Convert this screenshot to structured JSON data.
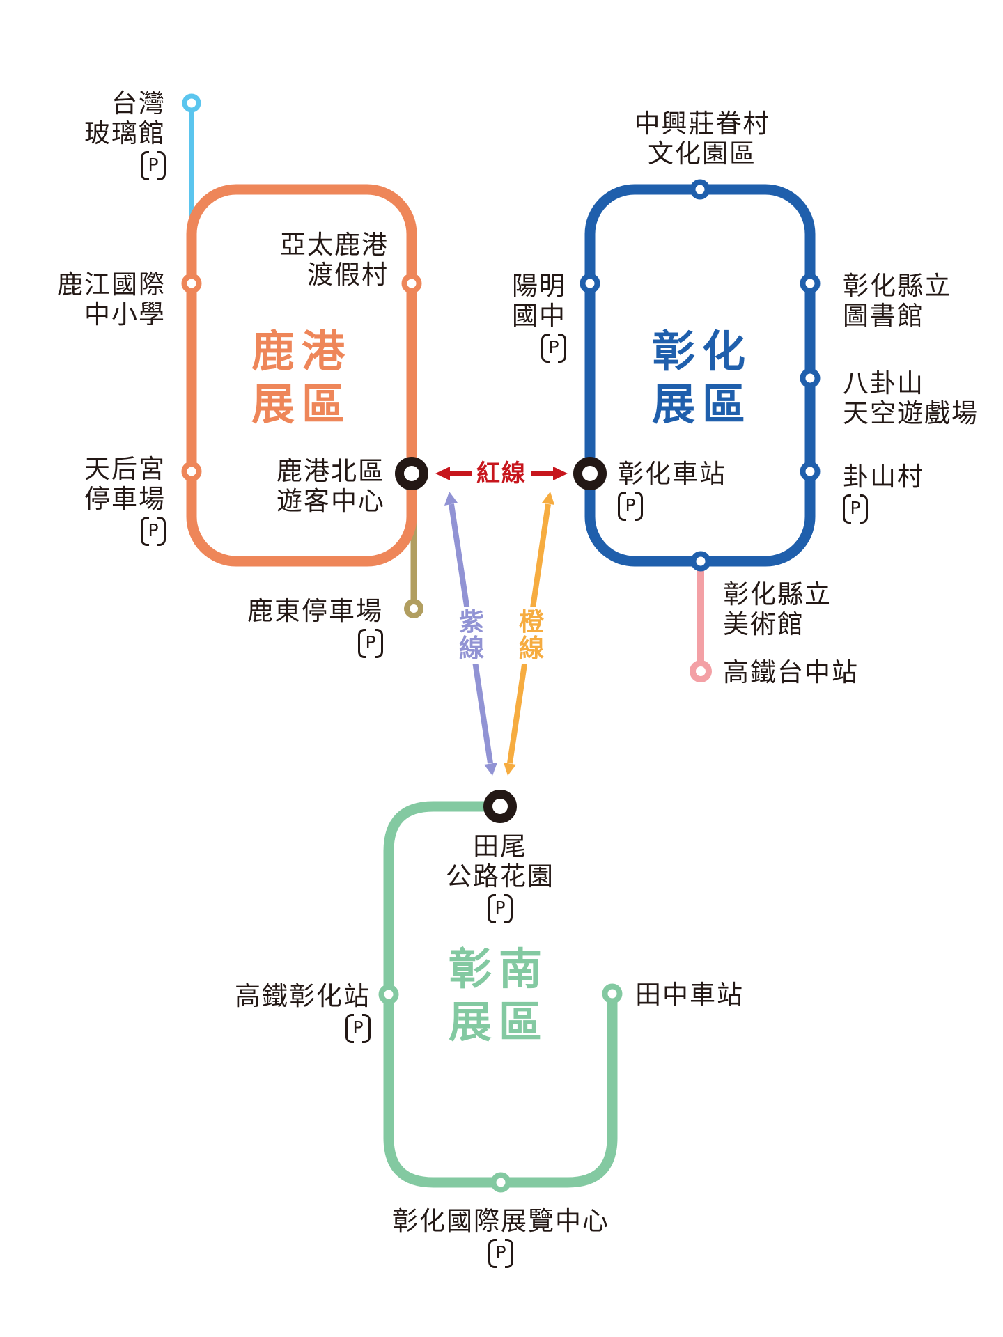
{
  "parking_letter": "P",
  "areas": {
    "lukang": {
      "title_line1": "鹿港",
      "title_line2": "展區",
      "color": "#EE8659",
      "stations": {
        "glass_hall": {
          "line1": "台灣",
          "line2": "玻璃館",
          "parking": true
        },
        "lujiang": {
          "line1": "鹿江國際",
          "line2": "中小學",
          "parking": false
        },
        "tianhou": {
          "line1": "天后宮",
          "line2": "停車場",
          "parking": true
        },
        "yatai": {
          "line1": "亞太鹿港",
          "line2": "渡假村",
          "parking": false
        },
        "lugang_north": {
          "line1": "鹿港北區",
          "line2": "遊客中心",
          "parking": false
        },
        "ludong": {
          "line1": "鹿東停車場",
          "parking": true
        }
      }
    },
    "changhua": {
      "title_line1": "彰化",
      "title_line2": "展區",
      "color": "#1F5FAC",
      "stations": {
        "zhongxing": {
          "line1": "中興莊眷村",
          "line2": "文化園區",
          "parking": false
        },
        "yangming": {
          "line1": "陽明",
          "line2": "國中",
          "parking": true
        },
        "library": {
          "line1": "彰化縣立",
          "line2": "圖書館",
          "parking": false
        },
        "bagua": {
          "line1": "八卦山",
          "line2": "天空遊戲場",
          "parking": false
        },
        "guashan": {
          "line1": "卦山村",
          "parking": true
        },
        "changhua_station": {
          "line1": "彰化車站",
          "parking": true
        },
        "art_museum": {
          "line1": "彰化縣立",
          "line2": "美術館",
          "parking": false
        },
        "hsr_taichung": {
          "line1": "高鐵台中站",
          "parking": false
        }
      }
    },
    "south": {
      "title_line1": "彰南",
      "title_line2": "展區",
      "color": "#83C9A1",
      "stations": {
        "tianwei": {
          "line1": "田尾",
          "line2": "公路花園",
          "parking": true
        },
        "hsr_changhua": {
          "line1": "高鐵彰化站",
          "parking": true
        },
        "tianzhong": {
          "line1": "田中車站",
          "parking": false
        },
        "expo": {
          "line1": "彰化國際展覽中心",
          "parking": true
        }
      }
    }
  },
  "connectors": {
    "red": {
      "label": "紅線",
      "color": "#C7161D"
    },
    "purple": {
      "char1": "紫",
      "char2": "線",
      "color": "#9193D4"
    },
    "orange": {
      "char1": "橙",
      "char2": "線",
      "color": "#F6AC40"
    }
  },
  "spur_colors": {
    "glass_hall": "#5BC5EE",
    "ludong": "#B19E60",
    "hsr_taichung": "#F3A0A5"
  }
}
